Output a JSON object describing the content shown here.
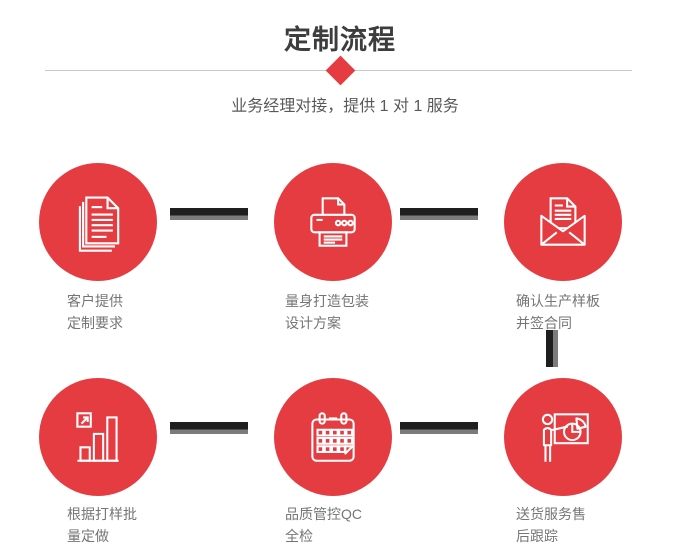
{
  "header": {
    "title": "定制流程",
    "subtitle": "业务经理对接，提供 1 对 1 服务"
  },
  "colors": {
    "accent_red": "#E43C41",
    "icon_stroke": "#FFFFFF",
    "connector_dark": "#1F1F1F",
    "connector_gray": "#7C7C7C",
    "title_text": "#3D3D3D",
    "subtitle_text": "#595959",
    "label_text": "#757575",
    "divider_line": "#C9C9C9",
    "background": "#FFFFFF"
  },
  "steps": [
    {
      "icon": "documents-icon",
      "label_lines": [
        "客户提供",
        "定制要求"
      ]
    },
    {
      "icon": "printer-icon",
      "label_lines": [
        "量身打造包装",
        "设计方案"
      ]
    },
    {
      "icon": "envelope-icon",
      "label_lines": [
        "确认生产样板",
        "并签合同"
      ]
    },
    {
      "icon": "bar-chart-icon",
      "label_lines": [
        "根据打样批",
        "量定做"
      ]
    },
    {
      "icon": "calendar-icon",
      "label_lines": [
        "品质管控QC",
        "全检"
      ]
    },
    {
      "icon": "presentation-icon",
      "label_lines": [
        "送货服务售",
        "后跟踪"
      ]
    }
  ]
}
